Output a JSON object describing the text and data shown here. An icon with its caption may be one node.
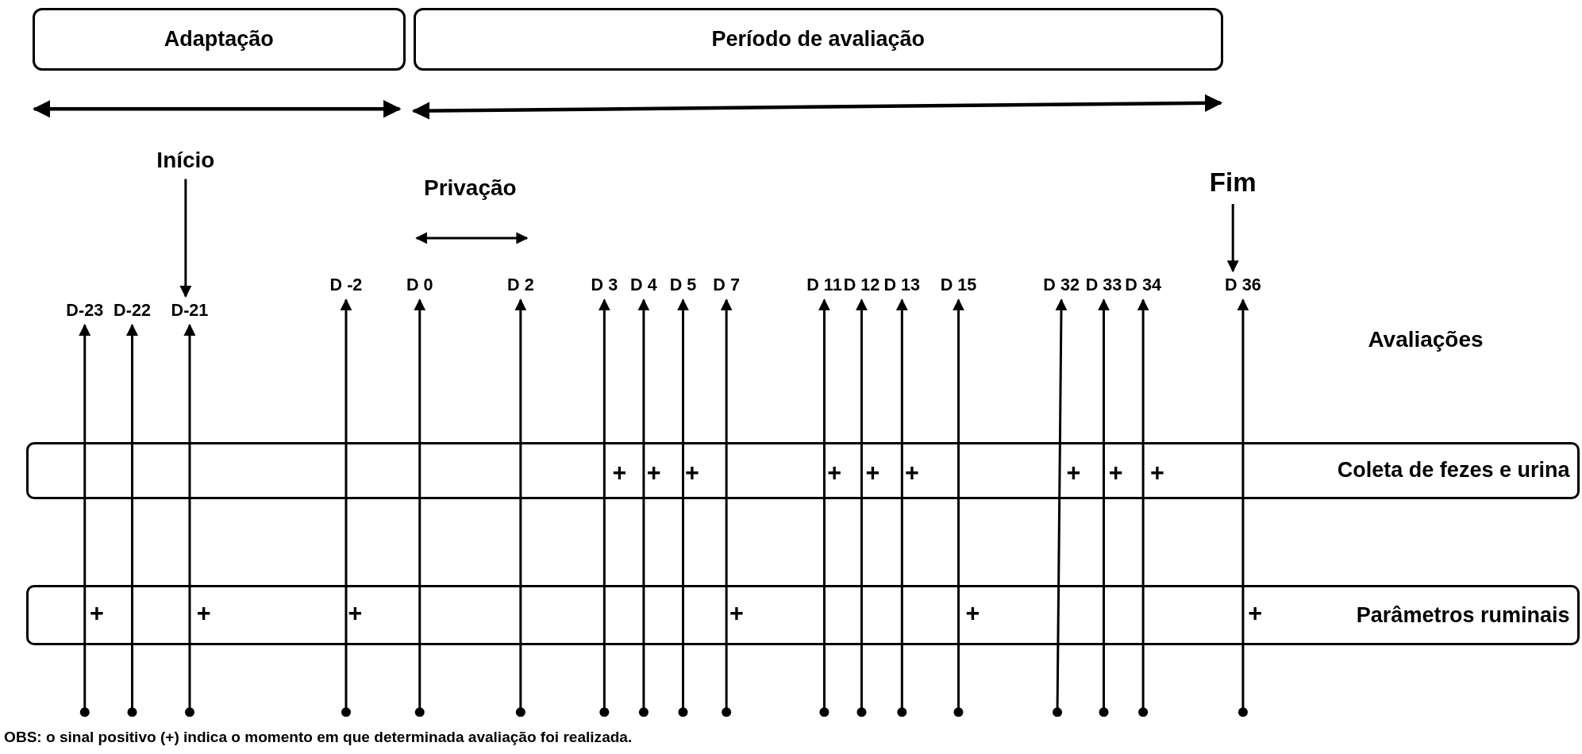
{
  "diagram": {
    "caption": "OBS: o sinal positivo (+) indica o momento em que determinada avaliação foi realizada.",
    "nodes": [
      {
        "text": [
          "Adaptação"
        ]
      },
      {
        "text": [
          "Período de avaliação"
        ]
      },
      {
        "text": [
          "Início"
        ]
      },
      {
        "text": [
          "Fim"
        ]
      },
      {
        "text": [
          "D-23"
        ]
      },
      {
        "text": [
          "D-22"
        ]
      },
      {
        "text": [
          "D-21"
        ]
      },
      {
        "text": [
          "D -2"
        ]
      },
      {
        "text": [
          "D 0"
        ]
      },
      {
        "text": [
          "D 2"
        ]
      },
      {
        "text": [
          "D 3"
        ]
      },
      {
        "text": [
          "D 4"
        ]
      },
      {
        "text": [
          "D 5"
        ]
      },
      {
        "text": [
          "D 7"
        ]
      },
      {
        "text": [
          "D 11"
        ]
      },
      {
        "text": [
          "D 12"
        ]
      },
      {
        "text": [
          "D 13"
        ]
      },
      {
        "text": [
          "D 15"
        ]
      },
      {
        "text": [
          "D 32"
        ]
      },
      {
        "text": [
          "D 33"
        ]
      },
      {
        "text": [
          "D 34"
        ]
      },
      {
        "text": [
          "D 36"
        ]
      },
      {
        "text": [
          "Coleta de fezes e urina"
        ]
      },
      {
        "text": [
          "Parâmetros ruminais"
        ]
      }
    ],
    "edges": [
      {
        "from": 2,
        "to": 6,
        "arrow": "to"
      },
      {
        "from": 3,
        "to": 21,
        "arrow": "to"
      },
      {
        "from": 8,
        "to": 9,
        "arrow": "both",
        "label": "Privação"
      },
      {
        "from": null,
        "to": 4,
        "arrow": "to"
      },
      {
        "from": null,
        "to": 5,
        "arrow": "to"
      },
      {
        "from": null,
        "to": 6,
        "arrow": "to"
      },
      {
        "from": null,
        "to": 7,
        "arrow": "to"
      },
      {
        "from": null,
        "to": 8,
        "arrow": "to"
      },
      {
        "from": null,
        "to": 9,
        "arrow": "to"
      },
      {
        "from": null,
        "to": 10,
        "arrow": "to"
      },
      {
        "from": null,
        "to": 11,
        "arrow": "to"
      },
      {
        "from": null,
        "to": 12,
        "arrow": "to"
      },
      {
        "from": null,
        "to": 13,
        "arrow": "to"
      },
      {
        "from": null,
        "to": 14,
        "arrow": "to"
      },
      {
        "from": null,
        "to": 15,
        "arrow": "to"
      },
      {
        "from": null,
        "to": 16,
        "arrow": "to"
      },
      {
        "from": null,
        "to": 17,
        "arrow": "to"
      },
      {
        "from": null,
        "to": 18,
        "arrow": "to"
      },
      {
        "from": null,
        "to": 19,
        "arrow": "to"
      },
      {
        "from": null,
        "to": 20,
        "arrow": "to"
      },
      {
        "from": null,
        "to": 21,
        "arrow": "to"
      }
    ],
    "labels": [
      "Avaliações",
      "+",
      "+",
      "+",
      "+",
      "+",
      "+",
      "+",
      "+",
      "+",
      "+",
      "+",
      "+",
      "+",
      "+",
      "+"
    ]
  }
}
